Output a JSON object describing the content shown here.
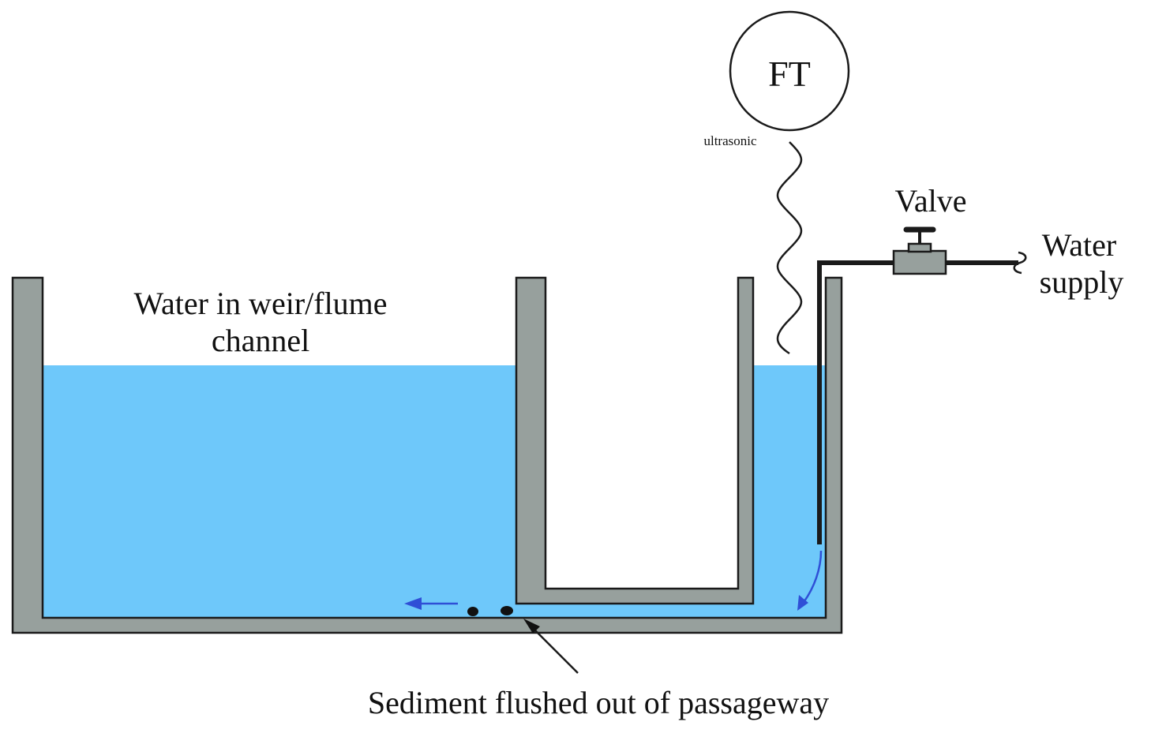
{
  "labels": {
    "water_line1": "Water in weir/flume",
    "water_line2": "channel",
    "transmitter": "FT",
    "ultrasonic": "ultrasonic",
    "valve": "Valve",
    "supply_line1": "Water",
    "supply_line2": "supply",
    "sediment": "Sediment flushed out of passageway"
  },
  "colors": {
    "water": "#6ec8fa",
    "wall": "#97a09d",
    "outline": "#1a1a1a",
    "flow_arrow": "#2f4fd6",
    "background": "#ffffff"
  }
}
